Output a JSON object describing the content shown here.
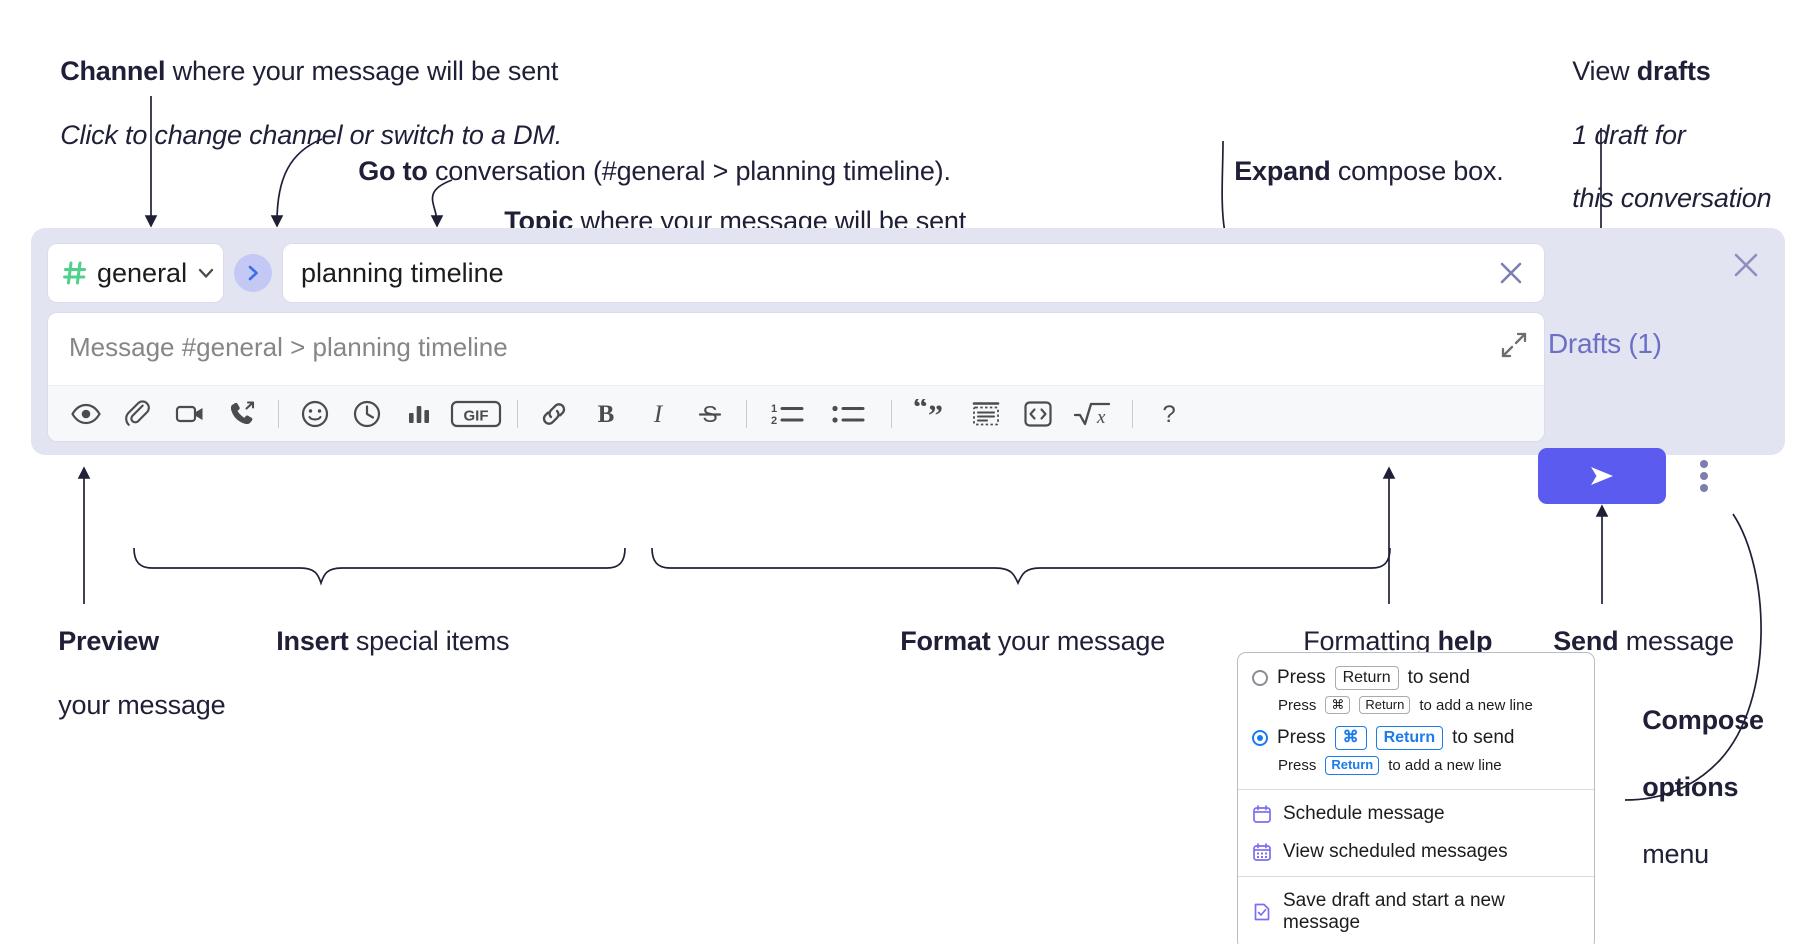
{
  "annotations": {
    "channel": {
      "bold": "Channel",
      "rest": " where your message will be sent",
      "italic": "Click to change channel or switch to a DM."
    },
    "goto": {
      "bold": "Go to",
      "rest": " conversation (#general > planning timeline)."
    },
    "topic": {
      "bold": "Topic",
      "rest": " where your message will be sent"
    },
    "expand": {
      "bold": "Expand",
      "rest": " compose box."
    },
    "drafts": {
      "pre": "View ",
      "bold": "drafts",
      "italic_line1": "1 draft for",
      "italic_line2": "this conversation"
    },
    "preview": {
      "bold": "Preview",
      "line2": "your message"
    },
    "insert": {
      "bold": "Insert",
      "rest": " special items"
    },
    "format": {
      "bold": "Format",
      "rest": " your message"
    },
    "formatting_help": {
      "pre": "Formatting ",
      "bold": "help"
    },
    "send": {
      "bold": "Send",
      "rest": " message"
    },
    "compose_options": {
      "bold1": "Compose",
      "bold2": "options",
      "rest": "menu"
    }
  },
  "compose": {
    "channel_name": "general",
    "topic_value": "planning timeline",
    "message_placeholder": "Message #general > planning timeline",
    "drafts_label": "Drafts (1)",
    "toolbar": [
      {
        "name": "preview-icon",
        "label": "Preview"
      },
      {
        "name": "attachment-icon",
        "label": "Attach file"
      },
      {
        "name": "video-icon",
        "label": "Record video clip"
      },
      {
        "name": "phone-icon",
        "label": "Huddle"
      },
      {
        "name": "separator",
        "label": ""
      },
      {
        "name": "emoji-icon",
        "label": "Emoji"
      },
      {
        "name": "clock-icon",
        "label": "Reminder"
      },
      {
        "name": "poll-icon",
        "label": "Poll"
      },
      {
        "name": "gif-icon",
        "label": "GIF"
      },
      {
        "name": "separator",
        "label": ""
      },
      {
        "name": "link-icon",
        "label": "Link"
      },
      {
        "name": "bold-icon",
        "label": "Bold"
      },
      {
        "name": "italic-icon",
        "label": "Italic"
      },
      {
        "name": "strikethrough-icon",
        "label": "Strikethrough"
      },
      {
        "name": "separator",
        "label": ""
      },
      {
        "name": "ordered-list-icon",
        "label": "Ordered list"
      },
      {
        "name": "bulleted-list-icon",
        "label": "Bulleted list"
      },
      {
        "name": "separator",
        "label": ""
      },
      {
        "name": "blockquote-icon",
        "label": "Blockquote"
      },
      {
        "name": "code-block-icon",
        "label": "Code block"
      },
      {
        "name": "code-icon",
        "label": "Code"
      },
      {
        "name": "math-icon",
        "label": "Math"
      },
      {
        "name": "separator",
        "label": ""
      },
      {
        "name": "help-icon",
        "label": "Formatting help"
      }
    ]
  },
  "options_menu": {
    "option1": {
      "main_pre": "Press ",
      "main_key": "Return",
      "main_post": " to send",
      "sub_pre": "Press ",
      "sub_key1": "⌘",
      "sub_key2": "Return",
      "sub_post": " to add a new line",
      "selected": false
    },
    "option2": {
      "main_pre": "Press ",
      "main_key1": "⌘",
      "main_key2": "Return",
      "main_post": " to send",
      "sub_pre": "Press ",
      "sub_key": "Return",
      "sub_post": " to add a new line",
      "selected": true
    },
    "items": [
      {
        "icon": "calendar-icon",
        "label": "Schedule message"
      },
      {
        "icon": "calendar-grid-icon",
        "label": "View scheduled messages"
      },
      {
        "icon": "save-draft-icon",
        "label": "Save draft and start a new message"
      }
    ]
  },
  "colors": {
    "panel_bg": "#e2e4f1",
    "send_button": "#5b5bf0",
    "drafts_text": "#6b6fc6",
    "hash_green": "#4fd18b",
    "accent_blue": "#1b7ced",
    "menu_icon_purple": "#7a6ff0"
  }
}
